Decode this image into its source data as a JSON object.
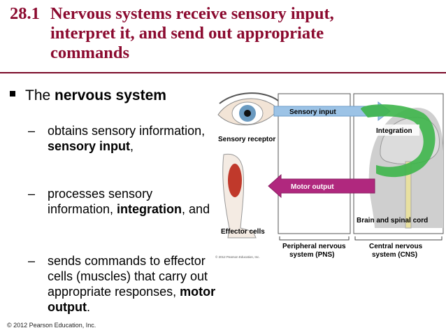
{
  "slide": {
    "title_num": "28.1",
    "title_line1": "Nervous systems receive sensory input,",
    "title_line2": "interpret it, and send out appropriate",
    "title_line3": "commands"
  },
  "bullet": {
    "lead": "The ",
    "bold": "nervous system"
  },
  "subs": [
    {
      "dash": "–",
      "pre": "obtains sensory information, ",
      "bold": "sensory input",
      "post": ","
    },
    {
      "dash": "–",
      "pre": "processes sensory information, ",
      "bold": "integration",
      "post": ", and"
    },
    {
      "dash": "–",
      "pre": "sends commands to effector cells (muscles) that carry out appropriate responses, ",
      "bold": "motor output",
      "post": "."
    }
  ],
  "figure": {
    "sensory_input": "Sensory input",
    "sensory_receptor": "Sensory receptor",
    "integration": "Integration",
    "motor_output": "Motor output",
    "effector_cells": "Effector cells",
    "brain_spinal": "Brain and spinal cord",
    "pns_line1": "Peripheral nervous",
    "pns_line2": "system (PNS)",
    "cns_line1": "Central nervous",
    "cns_line2": "system (CNS)",
    "copyright": "© 2012 Pearson Education, Inc."
  },
  "footer": "© 2012 Pearson Education, Inc.",
  "colors": {
    "title": "#8b0a2f",
    "sensory_arrow": "#9cc3e6",
    "motor_arrow": "#b0287e",
    "integration": "#3db54a"
  }
}
